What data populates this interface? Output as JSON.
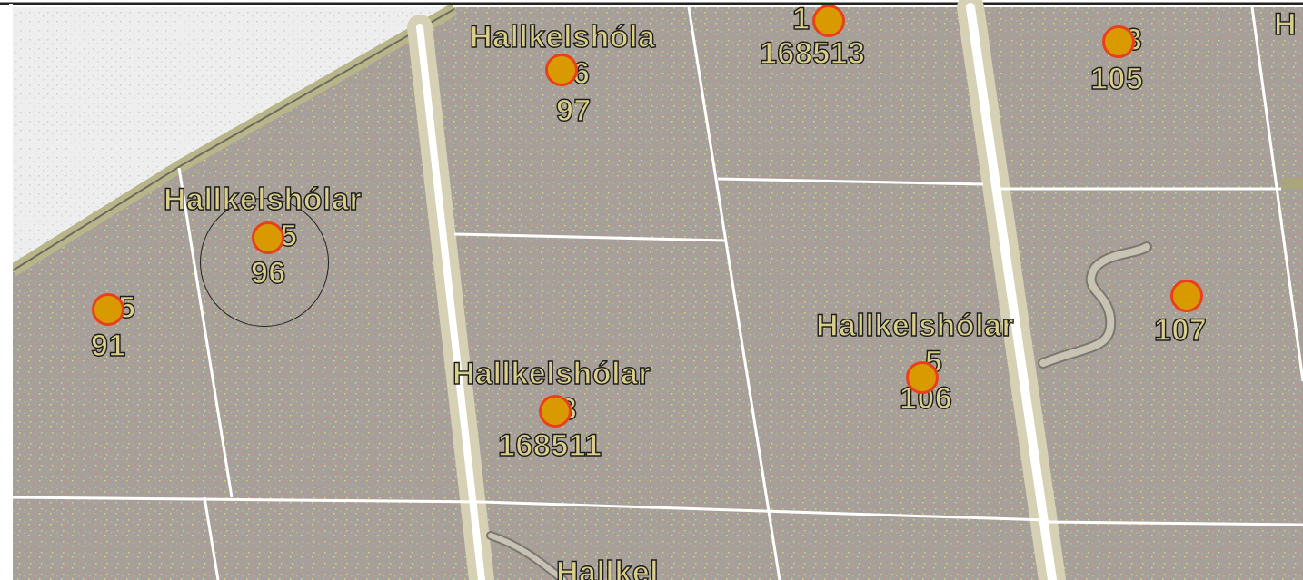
{
  "map": {
    "colors": {
      "parcel_fill": "#a8a29c",
      "speckle_red": "#c88a8a",
      "speckle_yellow": "#d9d27a",
      "unmapped_area": "#e8e8e8",
      "boundary": "#ffffff",
      "marker_fill": "#d89a00",
      "marker_stroke": "#e8401c",
      "label_fill": "#d9cf8a",
      "label_outline": "#1c1c1c"
    },
    "icons": {
      "marker": "circle-dot-icon",
      "selection": "selection-circle"
    },
    "labels": [
      {
        "id": "p97",
        "name": "Hallkelshóla",
        "code": "6",
        "number": "97"
      },
      {
        "id": "p168513",
        "name": "",
        "code": "1",
        "number": "168513"
      },
      {
        "id": "p105",
        "name": "",
        "code": "3",
        "number": "105"
      },
      {
        "id": "p96",
        "name": "Hallkelshólar",
        "code": "5",
        "number": "96"
      },
      {
        "id": "p91",
        "name": "",
        "code": "5",
        "number": "91"
      },
      {
        "id": "p107",
        "name": "",
        "code": "",
        "number": "107"
      },
      {
        "id": "p106",
        "name": "Hallkelshólar",
        "code": "5",
        "number": "106"
      },
      {
        "id": "p168511",
        "name": "Hallkelshólar",
        "code": "3",
        "number": "168511"
      },
      {
        "id": "pbottom",
        "name": "Hallkel",
        "code": "",
        "number": ""
      },
      {
        "id": "pedge",
        "name": "H",
        "code": "",
        "number": ""
      }
    ]
  }
}
